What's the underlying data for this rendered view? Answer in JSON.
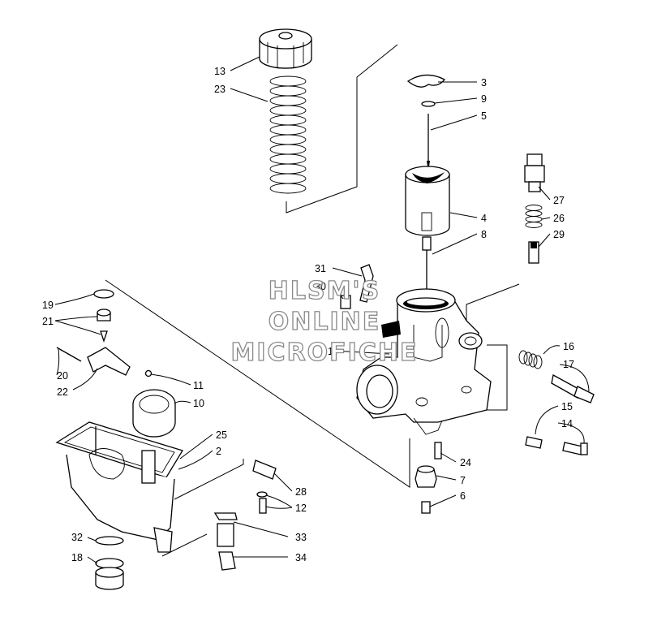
{
  "watermark": {
    "line1": "HLSM'S",
    "line2": "ONLINE",
    "line3": "MICROFICHE"
  },
  "callouts": [
    {
      "id": "c13",
      "label": "13"
    },
    {
      "id": "c23",
      "label": "23"
    },
    {
      "id": "c3",
      "label": "3"
    },
    {
      "id": "c9",
      "label": "9"
    },
    {
      "id": "c5",
      "label": "5"
    },
    {
      "id": "c4",
      "label": "4"
    },
    {
      "id": "c8",
      "label": "8"
    },
    {
      "id": "c27",
      "label": "27"
    },
    {
      "id": "c26",
      "label": "26"
    },
    {
      "id": "c29",
      "label": "29"
    },
    {
      "id": "c31",
      "label": "31"
    },
    {
      "id": "c30",
      "label": "30"
    },
    {
      "id": "c1",
      "label": "1"
    },
    {
      "id": "c16",
      "label": "16"
    },
    {
      "id": "c17",
      "label": "17"
    },
    {
      "id": "c15",
      "label": "15"
    },
    {
      "id": "c14",
      "label": "14"
    },
    {
      "id": "c24",
      "label": "24"
    },
    {
      "id": "c7",
      "label": "7"
    },
    {
      "id": "c6",
      "label": "6"
    },
    {
      "id": "c19",
      "label": "19"
    },
    {
      "id": "c21",
      "label": "21"
    },
    {
      "id": "c20",
      "label": "20"
    },
    {
      "id": "c22",
      "label": "22"
    },
    {
      "id": "c11",
      "label": "11"
    },
    {
      "id": "c10",
      "label": "10"
    },
    {
      "id": "c25",
      "label": "25"
    },
    {
      "id": "c2",
      "label": "2"
    },
    {
      "id": "c28",
      "label": "28"
    },
    {
      "id": "c12",
      "label": "12"
    },
    {
      "id": "c32",
      "label": "32"
    },
    {
      "id": "c33",
      "label": "33"
    },
    {
      "id": "c18",
      "label": "18"
    },
    {
      "id": "c34",
      "label": "34"
    }
  ]
}
